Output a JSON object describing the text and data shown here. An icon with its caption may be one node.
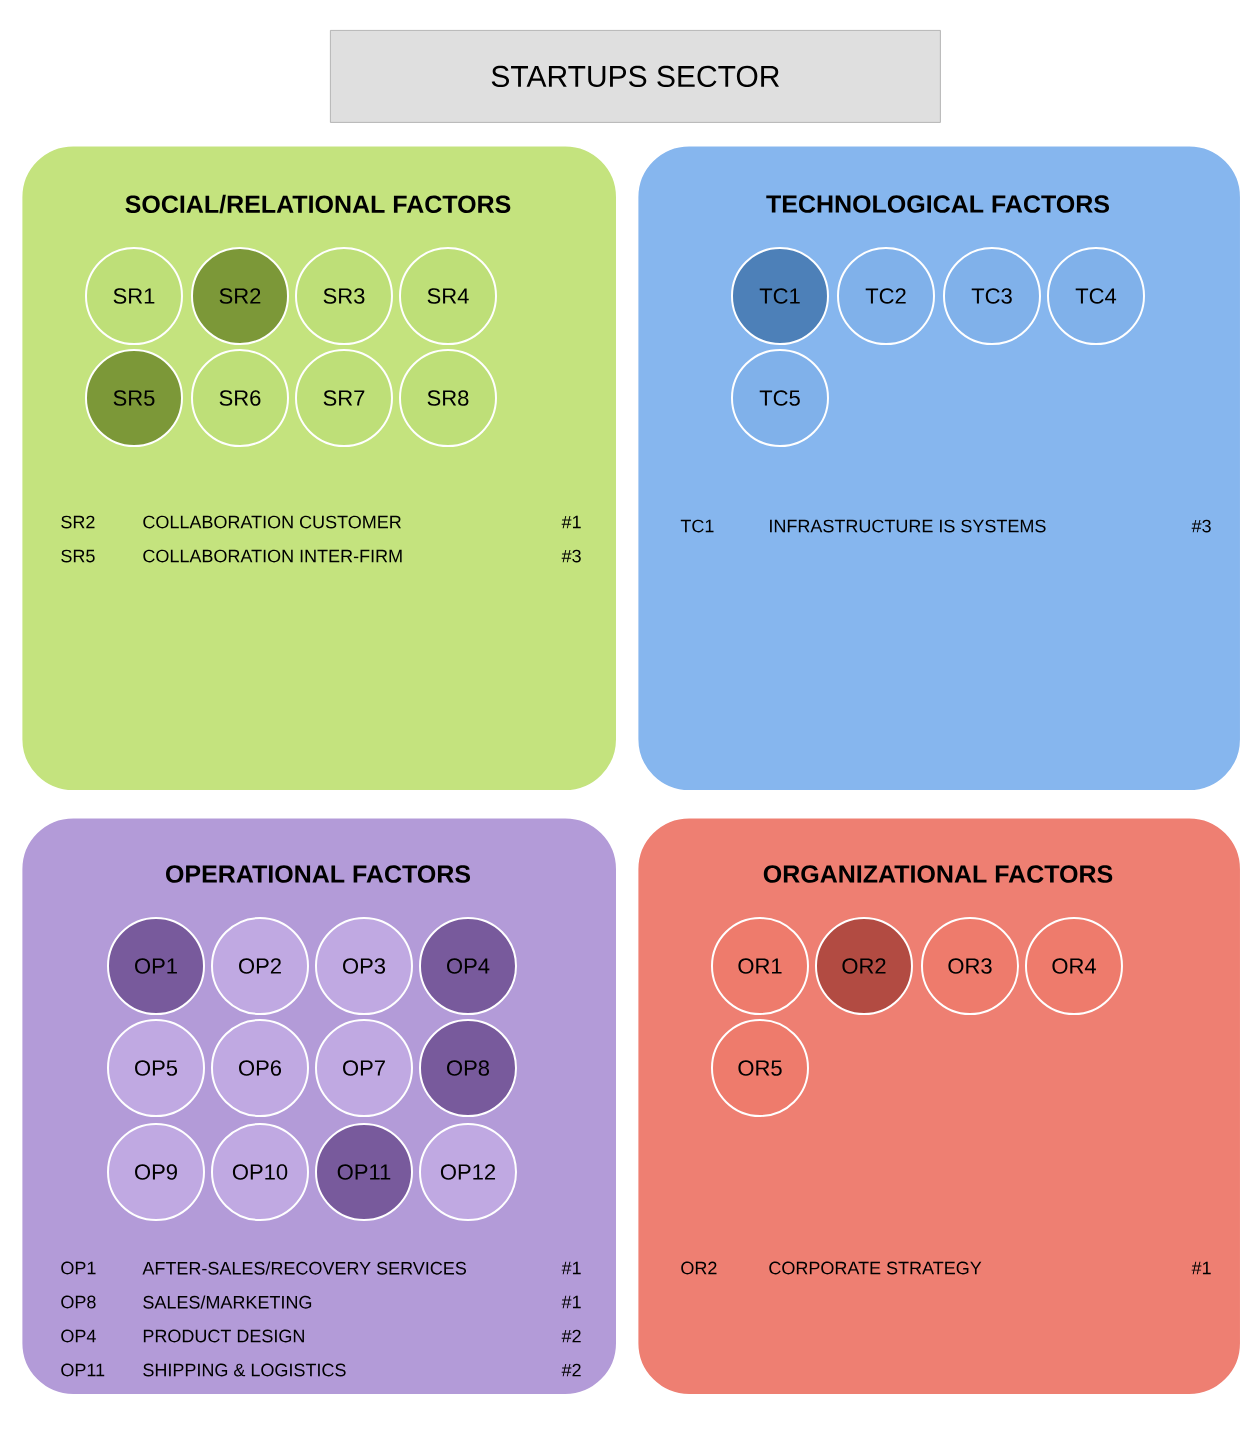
{
  "diagram": {
    "nodes": [
      {
        "text": [
          "STARTUPS SECTOR"
        ]
      },
      {
        "text": [
          "SOCIAL/RELATIONAL FACTORS",
          "SR2",
          "COLLABORATION CUSTOMER",
          "#1",
          "SR5",
          "COLLABORATION INTER-FIRM",
          "#3"
        ]
      },
      {
        "text": [
          "SR1"
        ],
        "in": 1
      },
      {
        "text": [
          "SR2"
        ],
        "in": 1
      },
      {
        "text": [
          "SR3"
        ],
        "in": 1
      },
      {
        "text": [
          "SR4"
        ],
        "in": 1
      },
      {
        "text": [
          "SR5"
        ],
        "in": 1
      },
      {
        "text": [
          "SR6"
        ],
        "in": 1
      },
      {
        "text": [
          "SR7"
        ],
        "in": 1
      },
      {
        "text": [
          "SR8"
        ],
        "in": 1
      },
      {
        "text": [
          "TECHNOLOGICAL FACTORS",
          "TC1",
          "INFRASTRUCTURE IS SYSTEMS",
          "#3"
        ]
      },
      {
        "text": [
          "TC1"
        ],
        "in": 10
      },
      {
        "text": [
          "TC2"
        ],
        "in": 10
      },
      {
        "text": [
          "TC3"
        ],
        "in": 10
      },
      {
        "text": [
          "TC4"
        ],
        "in": 10
      },
      {
        "text": [
          "TC5"
        ],
        "in": 10
      },
      {
        "text": [
          "OPERATIONAL FACTORS",
          "OP1",
          "AFTER-SALES/RECOVERY SERVICES",
          "#1",
          "OP8",
          "SALES/MARKETING",
          "#1",
          "OP4",
          "PRODUCT DESIGN",
          "#2",
          "OP11",
          "SHIPPING & LOGISTICS",
          "#2"
        ]
      },
      {
        "text": [
          "OP1"
        ],
        "in": 16
      },
      {
        "text": [
          "OP2"
        ],
        "in": 16
      },
      {
        "text": [
          "OP3"
        ],
        "in": 16
      },
      {
        "text": [
          "OP4"
        ],
        "in": 16
      },
      {
        "text": [
          "OP5"
        ],
        "in": 16
      },
      {
        "text": [
          "OP6"
        ],
        "in": 16
      },
      {
        "text": [
          "OP7"
        ],
        "in": 16
      },
      {
        "text": [
          "OP8"
        ],
        "in": 16
      },
      {
        "text": [
          "OP9"
        ],
        "in": 16
      },
      {
        "text": [
          "OP10"
        ],
        "in": 16
      },
      {
        "text": [
          "OP11"
        ],
        "in": 16
      },
      {
        "text": [
          "OP12"
        ],
        "in": 16
      },
      {
        "text": [
          "ORGANIZATIONAL FACTORS",
          "OR2",
          "CORPORATE STRATEGY",
          "#1"
        ]
      },
      {
        "text": [
          "OR1"
        ],
        "in": 29
      },
      {
        "text": [
          "OR2"
        ],
        "in": 29
      },
      {
        "text": [
          "OR3"
        ],
        "in": 29
      },
      {
        "text": [
          "OR4"
        ],
        "in": 29
      },
      {
        "text": [
          "OR5"
        ],
        "in": 29
      }
    ]
  }
}
